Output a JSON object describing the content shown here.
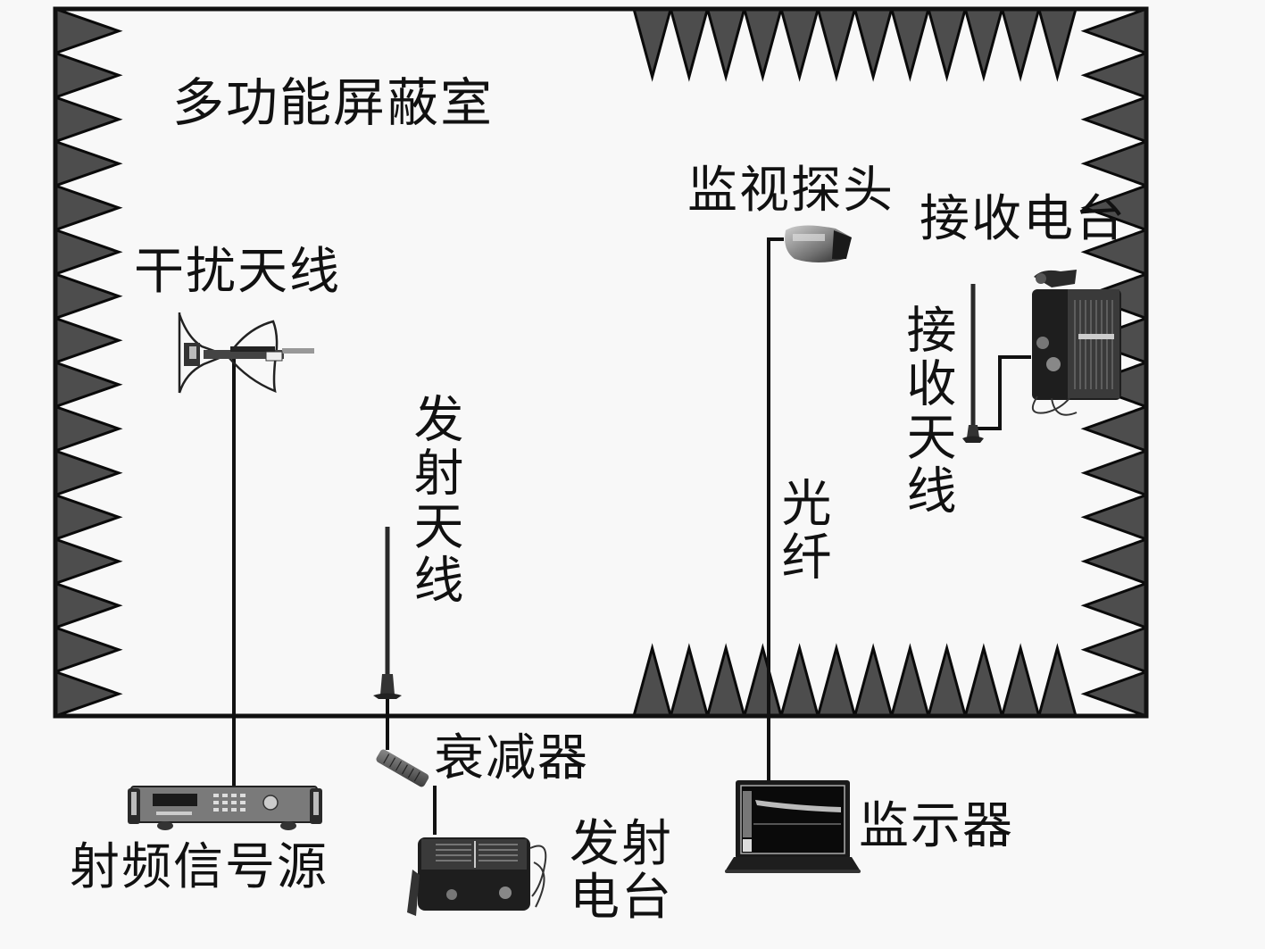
{
  "diagram": {
    "title": "多功能屏蔽室",
    "colors": {
      "background": "#f8f8f8",
      "wall": "#111111",
      "absorber_fill": "#4d4d4d",
      "absorber_stroke": "#0a0a0a",
      "wire": "#111111"
    },
    "absorbers": {
      "left_wall_teeth": 16,
      "right_wall_teeth": 16,
      "top_right_teeth": 12,
      "bottom_right_teeth": 12
    },
    "labels": {
      "room": "多功能屏蔽室",
      "jamming_antenna": "干扰天线",
      "transmit_antenna": "发射天线",
      "monitor_probe": "监视探头",
      "receive_station": "接收电台",
      "receive_antenna": "接收天线",
      "optical_fiber": "光纤",
      "attenuator": "衰减器",
      "rf_signal_source": "射频信号源",
      "transmit_station": "发射电台",
      "display_monitor": "监示器"
    },
    "components": [
      {
        "id": "jamming-antenna",
        "icon": "log-periodic-antenna-icon"
      },
      {
        "id": "transmit-antenna",
        "icon": "whip-antenna-icon"
      },
      {
        "id": "monitor-probe",
        "icon": "camera-icon"
      },
      {
        "id": "receive-antenna",
        "icon": "whip-antenna-icon"
      },
      {
        "id": "receive-station",
        "icon": "radio-station-icon"
      },
      {
        "id": "attenuator",
        "icon": "attenuator-icon"
      },
      {
        "id": "rf-signal-source",
        "icon": "signal-generator-icon"
      },
      {
        "id": "transmit-station",
        "icon": "radio-station-icon"
      },
      {
        "id": "display-monitor",
        "icon": "laptop-icon"
      }
    ],
    "connections": [
      {
        "from": "rf-signal-source",
        "to": "jamming-antenna",
        "type": "cable"
      },
      {
        "from": "transmit-station",
        "to": "attenuator",
        "type": "cable"
      },
      {
        "from": "attenuator",
        "to": "transmit-antenna",
        "type": "cable"
      },
      {
        "from": "receive-antenna",
        "to": "receive-station",
        "type": "cable"
      },
      {
        "from": "monitor-probe",
        "to": "display-monitor",
        "type": "optical-fiber"
      }
    ]
  }
}
